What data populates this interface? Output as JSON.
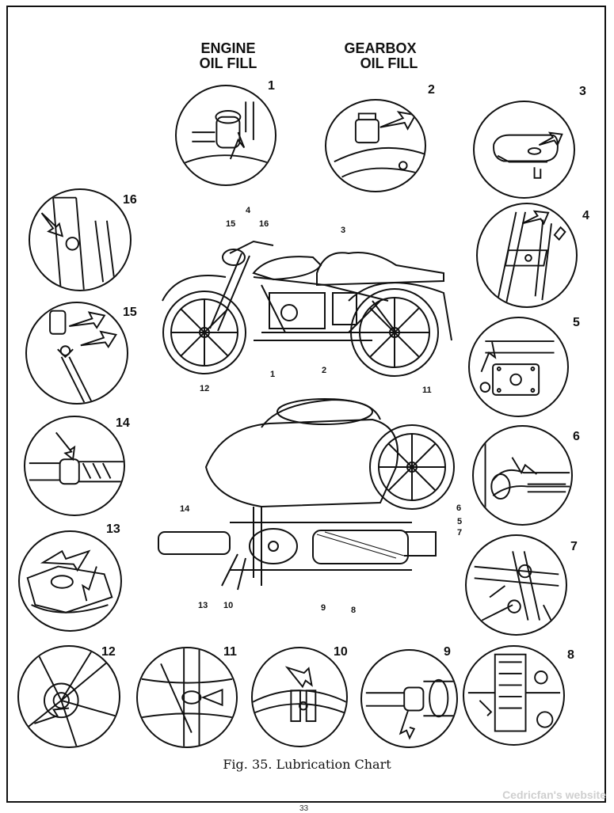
{
  "header": {
    "engine_line1": "ENGINE",
    "engine_line2": "OIL FILL",
    "gearbox_line1": "GEARBOX",
    "gearbox_line2": "OIL FILL"
  },
  "detail_numbers": [
    "1",
    "2",
    "3",
    "4",
    "5",
    "6",
    "7",
    "8",
    "9",
    "10",
    "11",
    "12",
    "13",
    "14",
    "15",
    "16"
  ],
  "side_view_labels": {
    "l15": "15",
    "l4": "4",
    "l16": "16",
    "l3": "3",
    "l1": "1",
    "l2": "2",
    "l12": "12",
    "l11": "11"
  },
  "top_view_labels": {
    "l14": "14",
    "l6": "6",
    "l5": "5",
    "l7": "7",
    "l13": "13",
    "l10": "10",
    "l9": "9",
    "l8": "8"
  },
  "caption": "Fig. 35. Lubrication Chart",
  "watermark": "Cedricfan's website",
  "page_number_fragment": "33"
}
